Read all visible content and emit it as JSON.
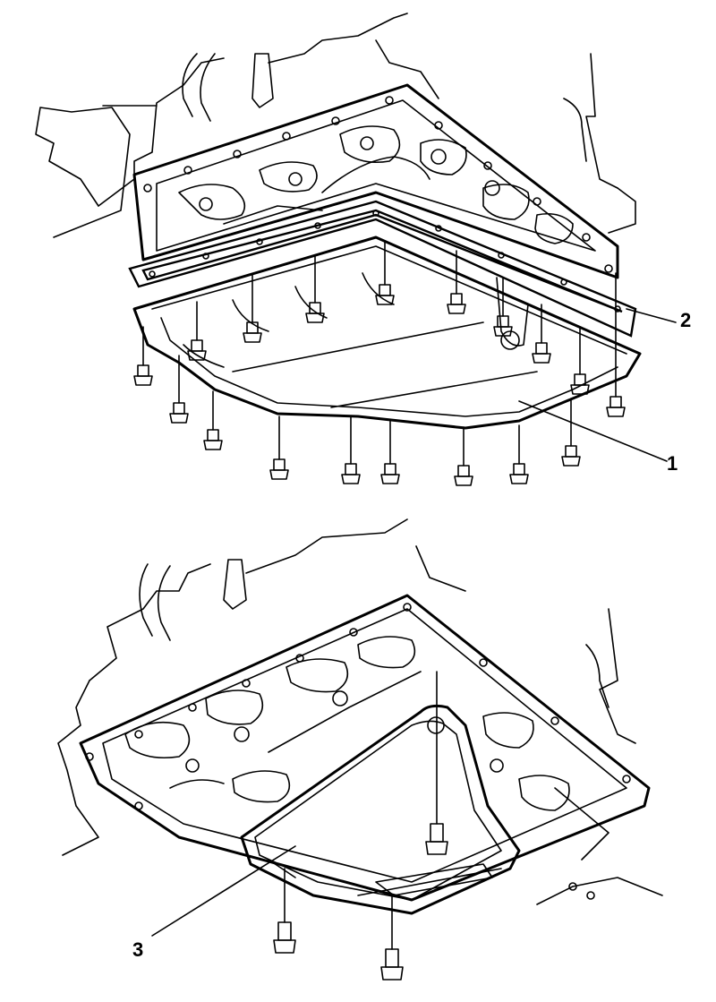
{
  "callouts": {
    "pan": "1",
    "gasket": "2",
    "strainer": "3"
  }
}
